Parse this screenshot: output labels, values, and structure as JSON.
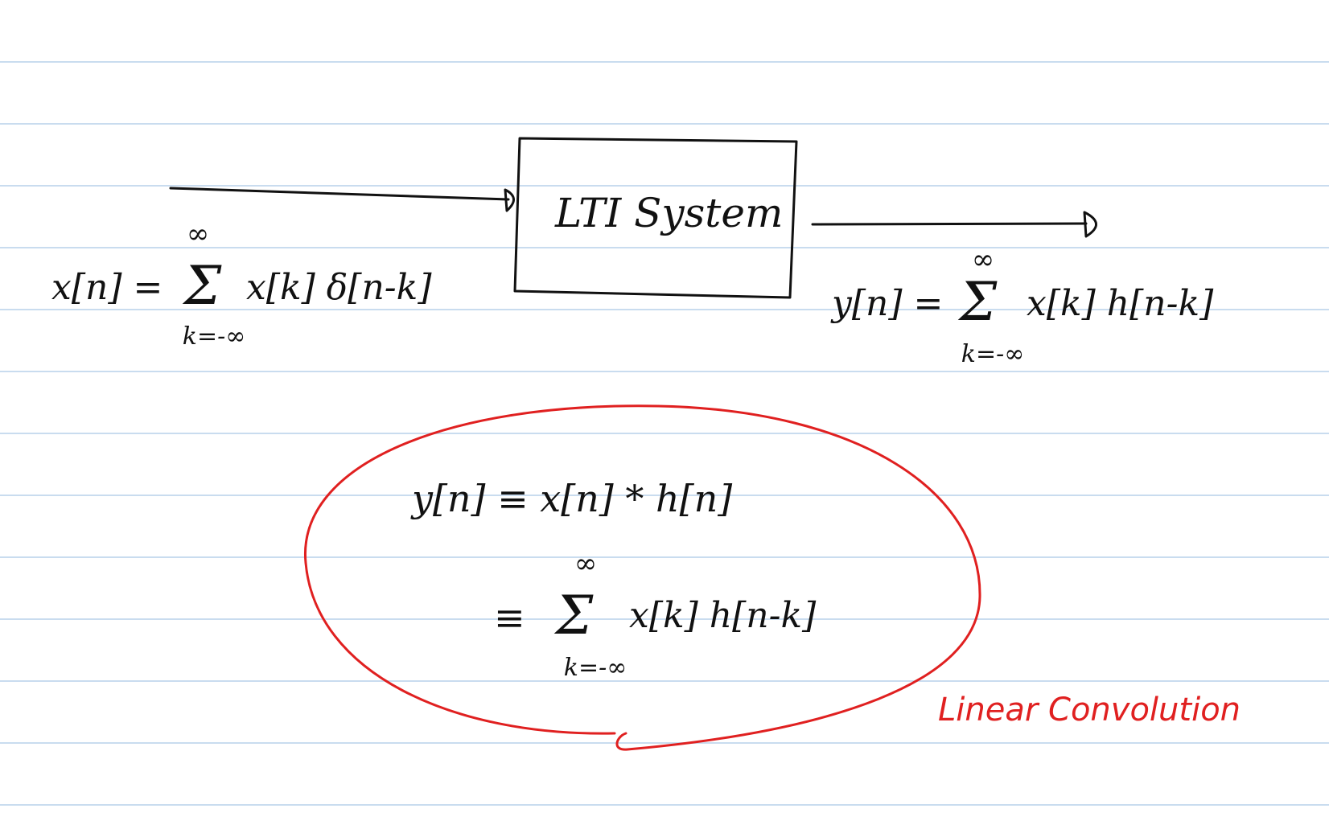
{
  "diagram": {
    "system_box": {
      "label": "LTI System"
    },
    "input": {
      "lhs": "x[n] =",
      "sum_upper": "∞",
      "sum_symbol": "Σ",
      "sum_lower": "k=-∞",
      "term": "x[k] δ[n-k]"
    },
    "output": {
      "lhs": "y[n] =",
      "sum_upper": "∞",
      "sum_symbol": "Σ",
      "sum_lower": "k=-∞",
      "term": "x[k] h[n-k]"
    },
    "definition": {
      "line1": "y[n] ≡ x[n] * h[n]",
      "line2_prefix": "≡",
      "sum_upper": "∞",
      "sum_symbol": "Σ",
      "sum_lower": "k=-∞",
      "line2_term": "x[k] h[n-k]"
    },
    "annotation": {
      "label": "Linear Convolution"
    },
    "colors": {
      "ink": "#111111",
      "highlight": "#e02020",
      "ruling": "#c9dcef"
    }
  }
}
